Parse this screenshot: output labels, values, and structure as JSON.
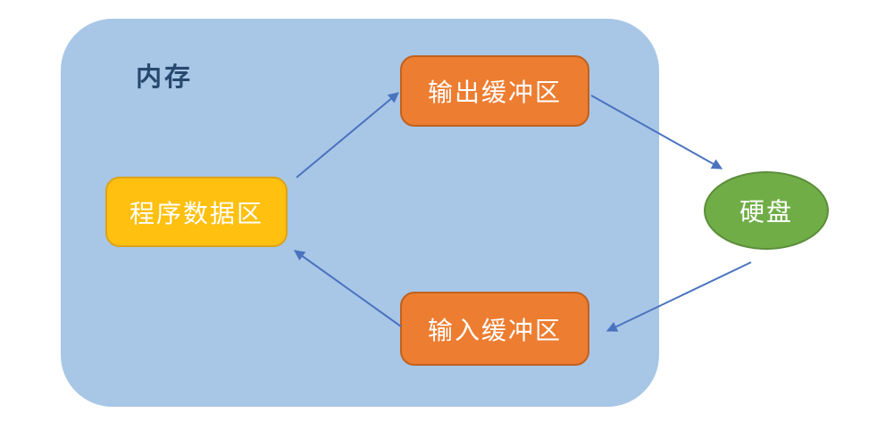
{
  "diagram": {
    "title_note": "I/O buffering diagram: program data area exchanges data with hard disk through output/input buffers inside memory",
    "container": {
      "label": "内存",
      "fill": "#a8c6e6",
      "label_color": "#27496d"
    },
    "nodes": {
      "output_buffer": {
        "label": "输出缓冲区",
        "fill": "#ed7d31",
        "border": "#c0611f",
        "text_color": "#ffffff"
      },
      "program_data": {
        "label": "程序数据区",
        "fill": "#ffc010",
        "border": "#dba31a",
        "text_color": "#ffffff"
      },
      "input_buffer": {
        "label": "输入缓冲区",
        "fill": "#ed7d31",
        "border": "#c0611f",
        "text_color": "#ffffff"
      },
      "hard_disk": {
        "label": "硬盘",
        "fill": "#70ad47",
        "border": "#5c8d3a",
        "text_color": "#ffffff"
      }
    },
    "arrows": {
      "color": "#4a73bf",
      "items": [
        {
          "name": "program-data-to-output-buffer",
          "from": "程序数据区",
          "to": "输出缓冲区"
        },
        {
          "name": "output-buffer-to-hard-disk",
          "from": "输出缓冲区",
          "to": "硬盘"
        },
        {
          "name": "hard-disk-to-input-buffer",
          "from": "硬盘",
          "to": "输入缓冲区"
        },
        {
          "name": "input-buffer-to-program-data",
          "from": "输入缓冲区",
          "to": "程序数据区"
        }
      ]
    }
  }
}
